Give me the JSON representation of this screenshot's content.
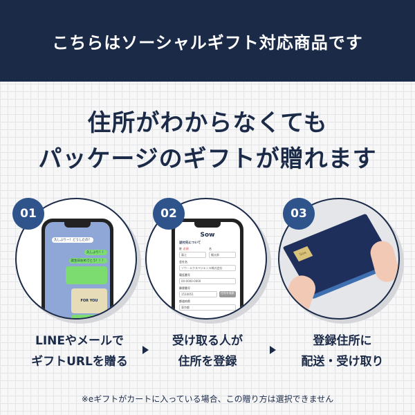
{
  "header": {
    "title": "こちらはソーシャルギフト対応商品です"
  },
  "headline": {
    "line1": "住所がわからなくても",
    "line2": "パッケージのギフトが贈れます"
  },
  "colors": {
    "navy": "#1b2a47",
    "badge": "#2f548c",
    "line_bg": "#8fa7d6",
    "line_bubble": "#7ddc6f",
    "box": "#1f2f5c"
  },
  "steps": [
    {
      "number": "01",
      "line1": "LINEやメールで",
      "line2": "ギフトURLを贈る",
      "chat": {
        "msg1": "久しぶりー！どうしたの？",
        "msg2": "久しぶり！！",
        "msg3": "誕生日おめでとう！！！",
        "card": "FOR YOU"
      }
    },
    {
      "number": "02",
      "line1": "受け取る人が",
      "line2": "住所を登録",
      "form": {
        "logo": "Sow",
        "title": "送付先について",
        "last_name": "姓",
        "first_name": "名",
        "required": "必須",
        "last_value": "栗江",
        "first_value": "楓太郎",
        "company": "会社名",
        "company_value": "ソウ・エクスペリエンス株式会社",
        "phone": "電話番号",
        "phone_value": "00-0000-0000",
        "zip": "郵便番号",
        "zip_value": "1510051",
        "search_button": "住所を検索",
        "pref": "都道府県",
        "pref_value": "東京都"
      }
    },
    {
      "number": "03",
      "line1": "登録住所に",
      "line2": "配送・受け取り",
      "box_label": "Sow"
    }
  ],
  "note": "※eギフトがカートに入っている場合、この贈り方は選択できません"
}
